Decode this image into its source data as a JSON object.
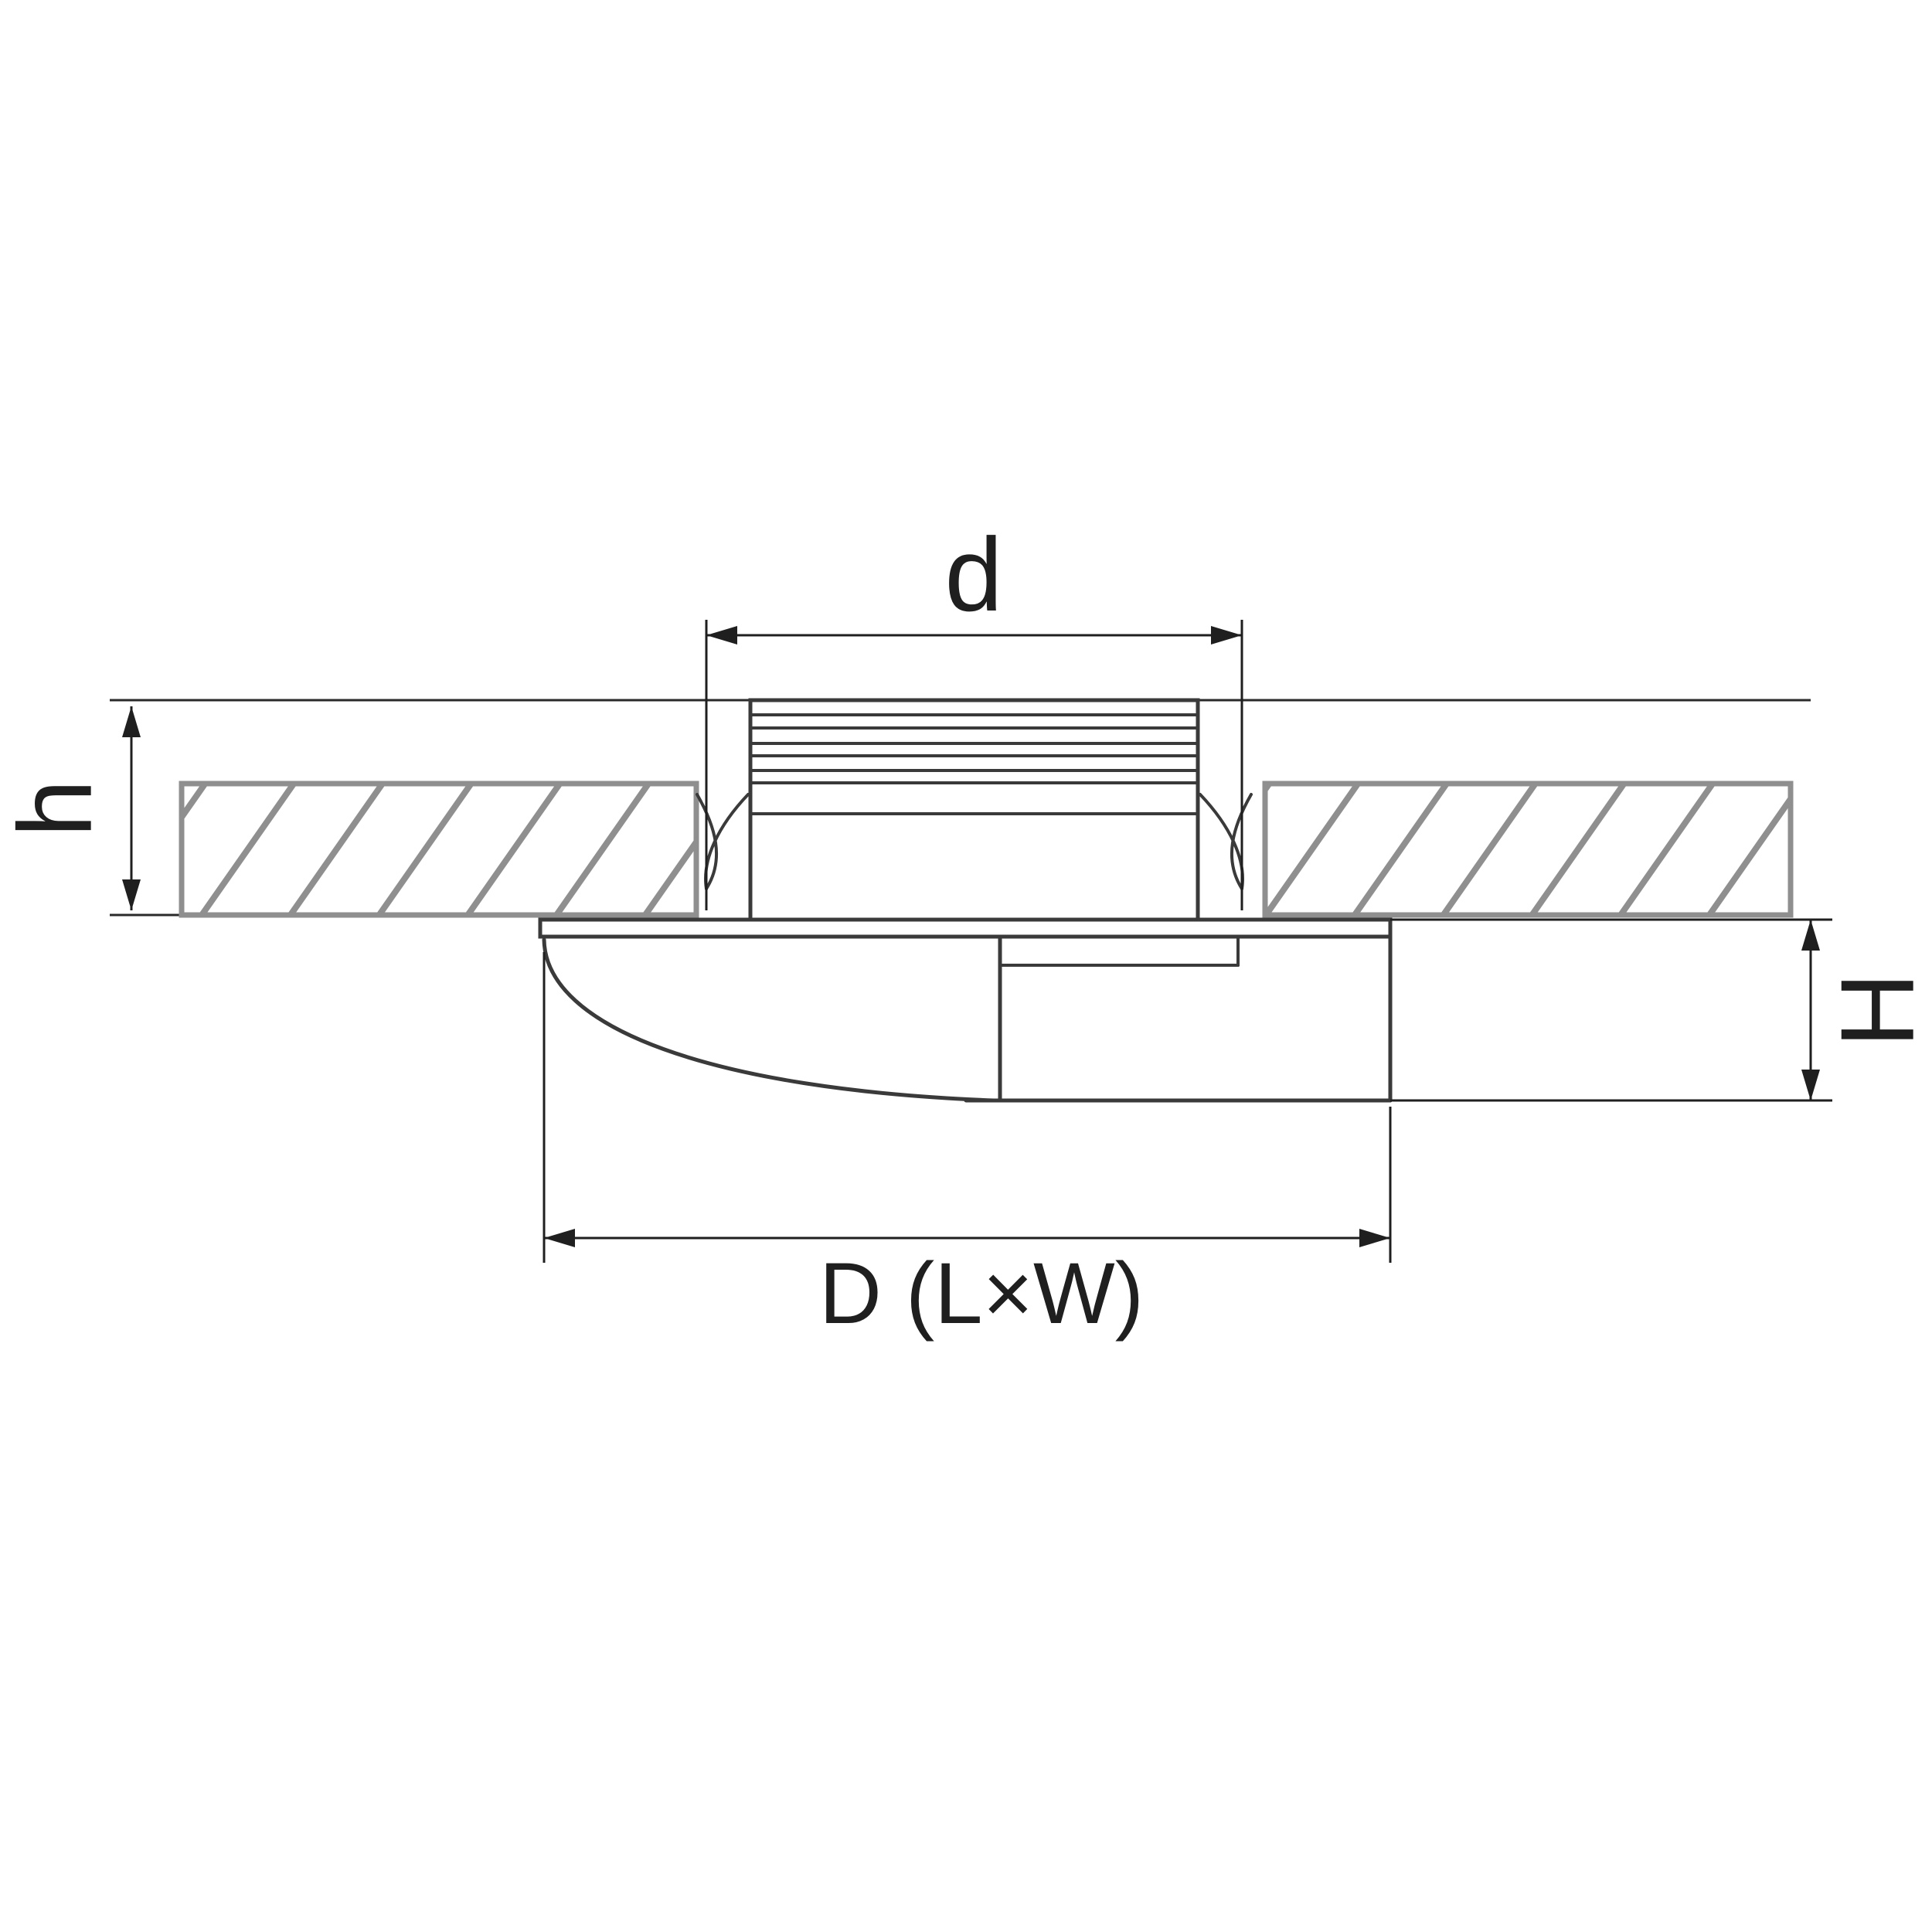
{
  "diagram": {
    "type": "technical-dimension-drawing",
    "subject": "recessed-downlight-cross-section",
    "labels": {
      "cutout_diameter": "d",
      "mounting_depth": "h",
      "profile_height": "H",
      "overall_size": "D (L×W)"
    },
    "colors": {
      "background": "#ffffff",
      "fixture_outline": "#3a3a3a",
      "dimension_lines": "#1f1f1f",
      "ceiling_hatch": "#8f8f8f"
    }
  }
}
